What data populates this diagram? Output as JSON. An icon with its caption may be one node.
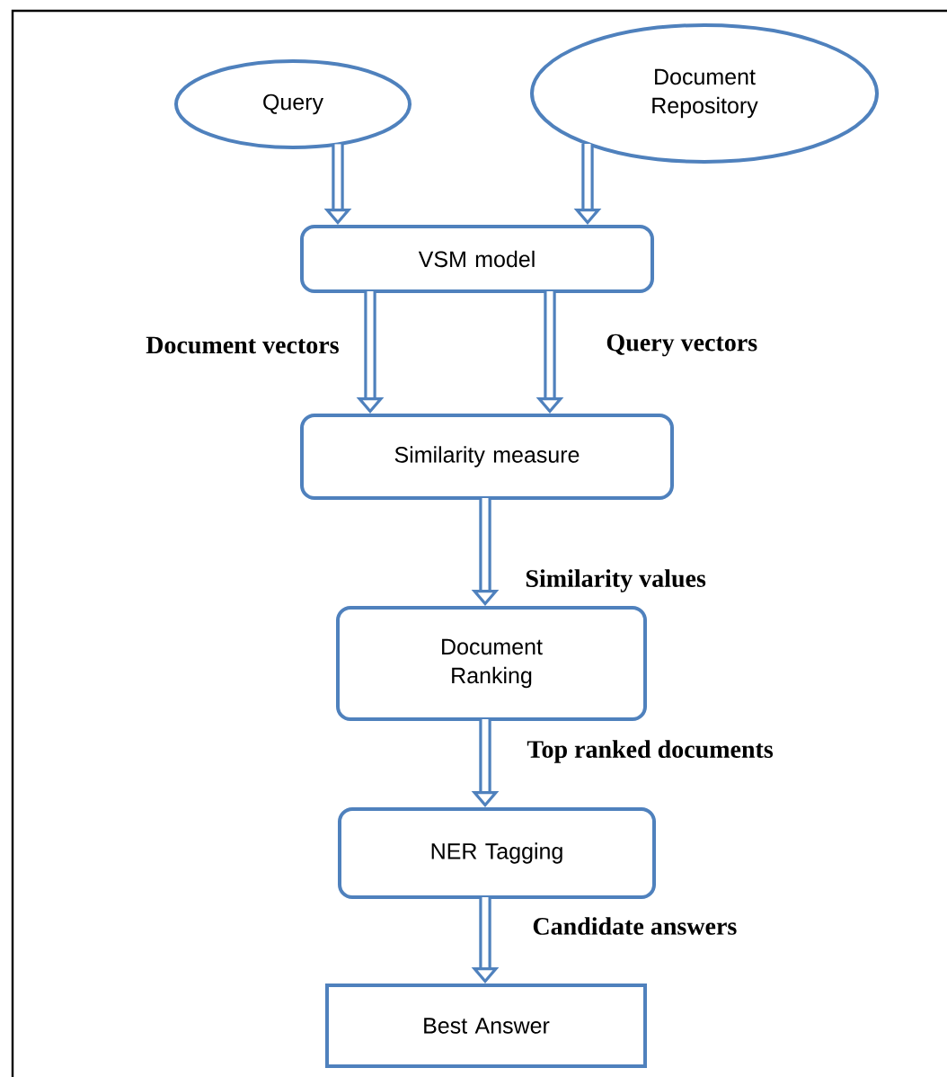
{
  "diagram": {
    "nodes": [
      {
        "text": [
          "Query"
        ]
      },
      {
        "text": [
          "Document Repository"
        ]
      },
      {
        "text": [
          "VSM model"
        ]
      },
      {
        "text": [
          "Similarity measure"
        ]
      },
      {
        "text": [
          "Document Ranking"
        ]
      },
      {
        "text": [
          "NER Tagging"
        ]
      },
      {
        "text": [
          "Best Answer"
        ]
      }
    ],
    "edges": [
      {
        "from": 0,
        "to": 2,
        "arrow": "to"
      },
      {
        "from": 1,
        "to": 2,
        "arrow": "to"
      },
      {
        "from": 2,
        "to": 3,
        "arrow": "to",
        "label": "Document vectors"
      },
      {
        "from": 2,
        "to": 3,
        "arrow": "to",
        "label": "Query vectors"
      },
      {
        "from": 3,
        "to": 4,
        "arrow": "to",
        "label": "Similarity values"
      },
      {
        "from": 4,
        "to": 5,
        "arrow": "to",
        "label": "Top ranked documents"
      },
      {
        "from": 5,
        "to": 6,
        "arrow": "to",
        "label": "Candidate answers"
      }
    ]
  }
}
